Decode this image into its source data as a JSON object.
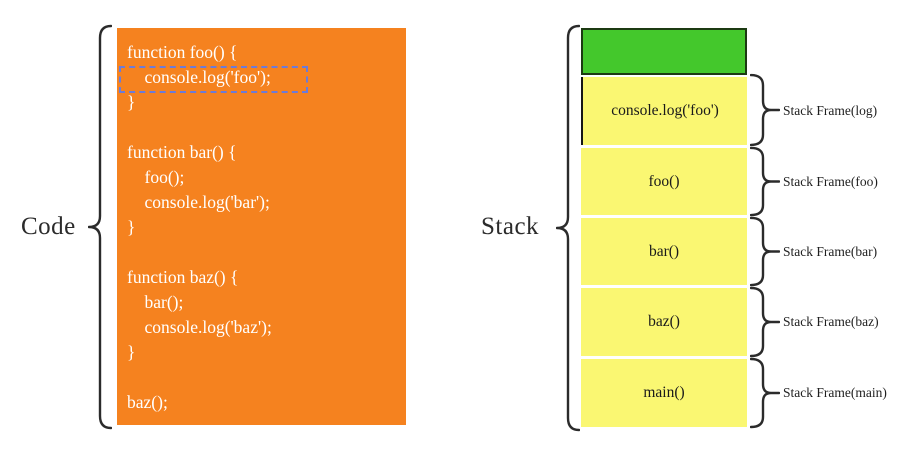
{
  "code_panel": {
    "label": "Code",
    "lines": [
      "function foo() {",
      "    console.log('foo');",
      "}",
      "",
      "function bar() {",
      "    foo();",
      "    console.log('bar');",
      "}",
      "",
      "function baz() {",
      "    bar();",
      "    console.log('baz');",
      "}",
      "",
      "baz();"
    ],
    "highlighted_line": "    console.log('foo');",
    "highlighted_line_index": 1
  },
  "stack_panel": {
    "label": "Stack",
    "frames": [
      {
        "text": "console.log('foo')",
        "annotation": "Stack Frame(log)"
      },
      {
        "text": "foo()",
        "annotation": "Stack Frame(foo)"
      },
      {
        "text": "bar()",
        "annotation": "Stack Frame(bar)"
      },
      {
        "text": "baz()",
        "annotation": "Stack Frame(baz)"
      },
      {
        "text": "main()",
        "annotation": "Stack Frame(main)"
      }
    ]
  },
  "colors": {
    "code_box": "#F5821F",
    "code_text": "#FFFFFF",
    "highlight_border": "#6B7BD9",
    "stack_top_fill": "#44C82C",
    "stack_top_border": "#1C3A12",
    "frame_fill": "#FAF772",
    "ink": "#2B2B2B"
  }
}
